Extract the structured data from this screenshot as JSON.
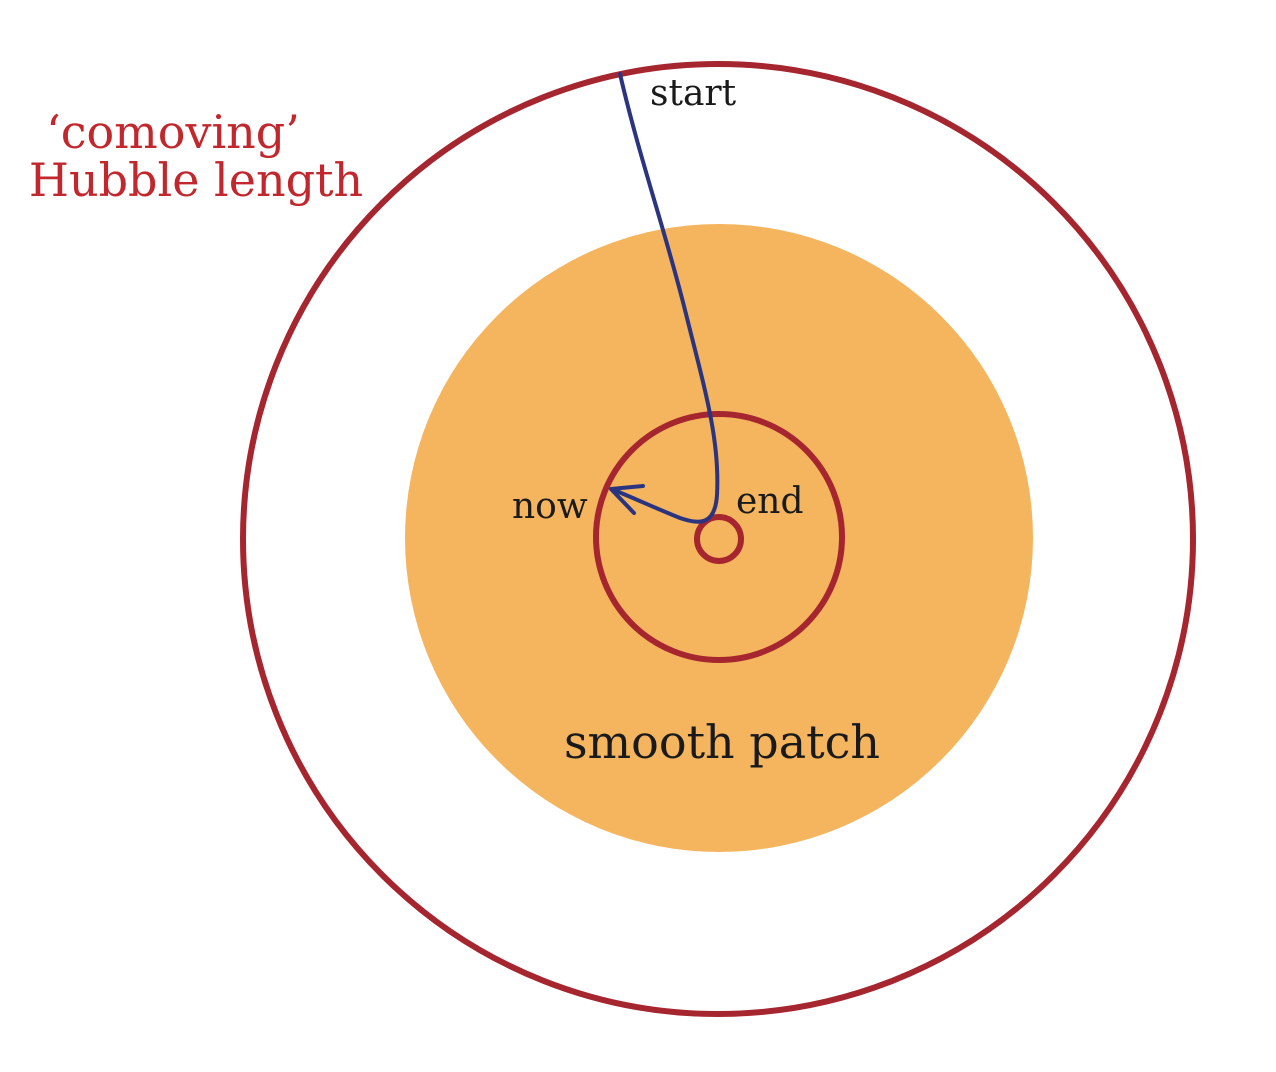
{
  "labels": {
    "comoving": "‘comoving’",
    "hubble_length": "Hubble length",
    "start": "start",
    "end": "end",
    "now": "now",
    "smooth_patch": "smooth patch"
  },
  "colors": {
    "hubble_circle": "#a6262f",
    "hubble_label": "#c1272d",
    "smooth_patch_fill": "#f4b55e",
    "trajectory": "#2b3480",
    "text": "#1a1a1a",
    "background": "#ffffff"
  }
}
